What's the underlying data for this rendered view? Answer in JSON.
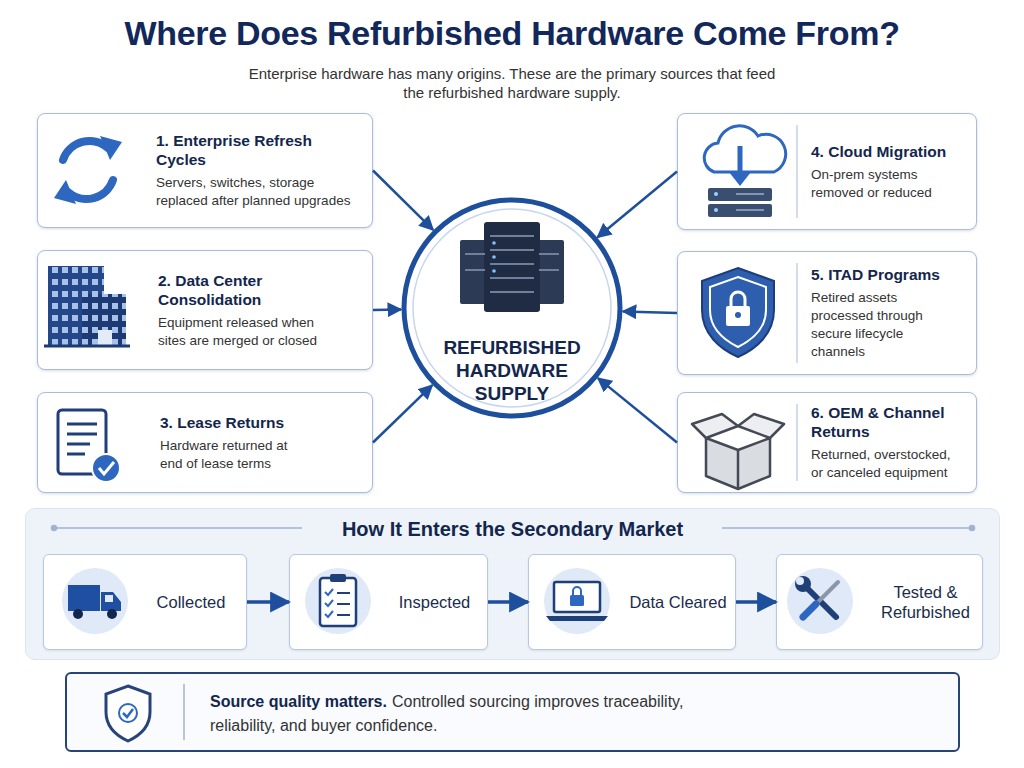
{
  "diagram": {
    "title": "Where Does Refurbished Hardware Come From?",
    "nodes": [
      {
        "text": [
          "1. Enterprise Refresh Cycles",
          "Servers, switches, storage replaced after planned upgrades"
        ]
      },
      {
        "text": [
          "2. Data Center Consolidation",
          "Equipment released when sites are merged or closed"
        ]
      },
      {
        "text": [
          "3. Lease Returns",
          "Hardware returned at end of lease terms"
        ]
      },
      {
        "text": [
          "REFURBISHED HARDWARE SUPPLY"
        ]
      },
      {
        "text": [
          "4. Cloud Migration",
          "On-prem systems removed or reduced"
        ]
      },
      {
        "text": [
          "5. ITAD Programs",
          "Retired assets processed through secure lifecycle channels"
        ]
      },
      {
        "text": [
          "6. OEM & Channel Returns",
          "Returned, overstocked, or canceled equipment"
        ]
      },
      {
        "text": [
          "How It Enters the Secondary Market"
        ]
      },
      {
        "text": [
          "Collected"
        ],
        "in": 7
      },
      {
        "text": [
          "Inspected"
        ],
        "in": 7
      },
      {
        "text": [
          "Data Cleared"
        ],
        "in": 7
      },
      {
        "text": [
          "Tested & Refurbished"
        ],
        "in": 7
      },
      {
        "text": [
          "Source quality matters.",
          "Controlled sourcing improves traceability, reliability, and buyer confidence."
        ]
      }
    ],
    "edges": [
      {
        "from": 0,
        "to": 3,
        "arrow": "to"
      },
      {
        "from": 1,
        "to": 3,
        "arrow": "to"
      },
      {
        "from": 2,
        "to": 3,
        "arrow": "to"
      },
      {
        "from": 4,
        "to": 3,
        "arrow": "to"
      },
      {
        "from": 5,
        "to": 3,
        "arrow": "to"
      },
      {
        "from": 6,
        "to": 3,
        "arrow": "to"
      },
      {
        "from": 8,
        "to": 9,
        "arrow": "to"
      },
      {
        "from": 9,
        "to": 10,
        "arrow": "to"
      },
      {
        "from": 10,
        "to": 11,
        "arrow": "to"
      }
    ],
    "labels": [
      "Enterprise hardware has many origins. These are the primary sources that feed the refurbished hardware supply."
    ]
  }
}
